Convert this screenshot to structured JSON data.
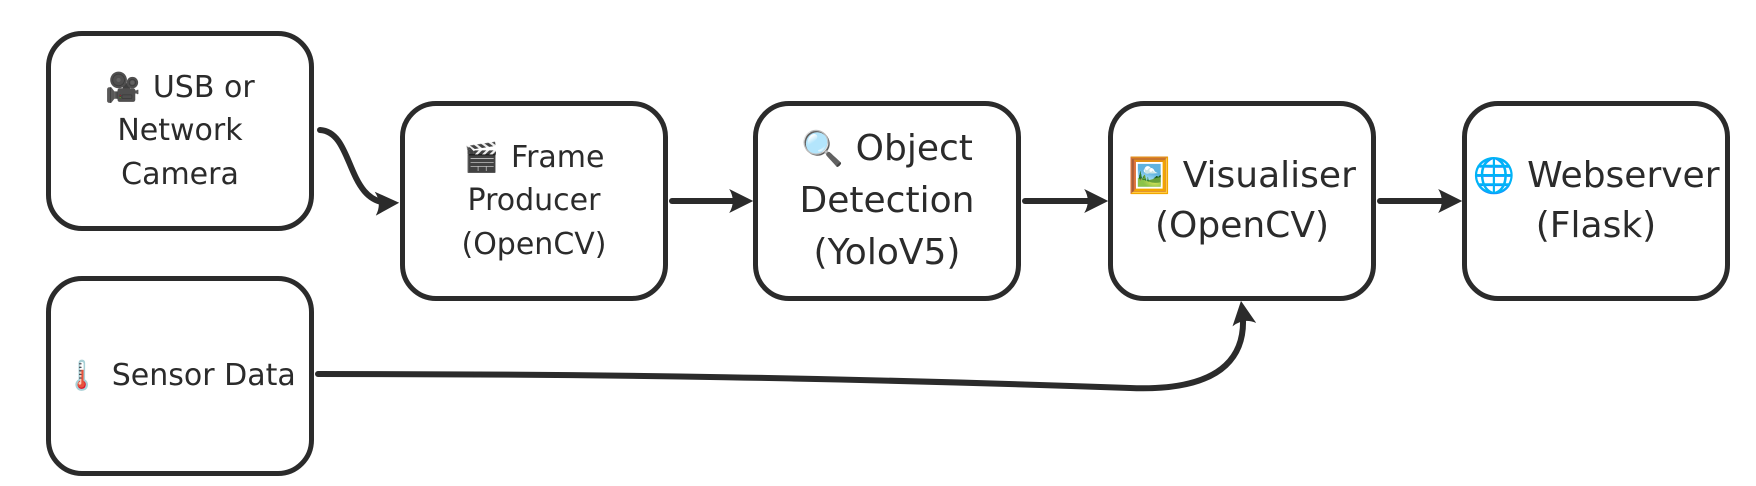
{
  "nodes": {
    "camera": {
      "icon": "🎥",
      "line1": "USB or",
      "line2": "Network",
      "line3": "Camera"
    },
    "frame": {
      "icon": "🎬",
      "line1": "Frame",
      "line2": "Producer",
      "line3": "(OpenCV)"
    },
    "detect": {
      "icon": "🔍",
      "line1": "Object",
      "line2": "Detection",
      "line3": "(YoloV5)"
    },
    "visual": {
      "icon": "🖼️",
      "line1": "Visualiser",
      "line2": "(OpenCV)"
    },
    "web": {
      "icon": "🌐",
      "line1": "Webserver",
      "line2": "(Flask)"
    },
    "sensor": {
      "icon": "🌡️",
      "line1": "Sensor Data"
    }
  },
  "edges": [
    {
      "from": "camera",
      "to": "frame"
    },
    {
      "from": "frame",
      "to": "detect"
    },
    {
      "from": "detect",
      "to": "visual"
    },
    {
      "from": "visual",
      "to": "web"
    },
    {
      "from": "sensor",
      "to": "visual"
    }
  ],
  "colors": {
    "stroke": "#2b2b2b",
    "text": "#2b2b2b",
    "background": "#ffffff"
  }
}
